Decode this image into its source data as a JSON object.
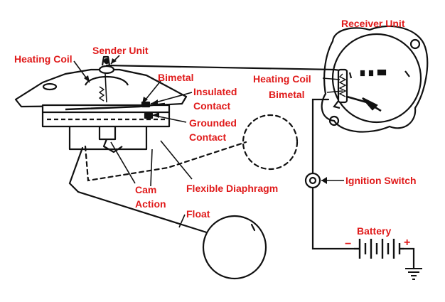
{
  "colors": {
    "label": "#e01a1a",
    "line": "#111111",
    "background": "#ffffff"
  },
  "labels": {
    "receiver_unit": "Receiver Unit",
    "heating_coil_sender": "Heating Coil",
    "sender_unit": "Sender Unit",
    "bimetal_sender": "Bimetal",
    "insulated_contact_line1": "Insulated",
    "insulated_contact_line2": "Contact",
    "grounded_contact_line1": "Grounded",
    "grounded_contact_line2": "Contact",
    "heating_coil_receiver": "Heating Coil",
    "bimetal_receiver": "Bimetal",
    "ignition_switch": "Ignition Switch",
    "cam_action_line1": "Cam",
    "cam_action_line2": "Action",
    "flexible_diaphragm": "Flexible Diaphragm",
    "float": "Float",
    "battery": "Battery",
    "battery_minus": "−",
    "battery_plus": "+"
  }
}
